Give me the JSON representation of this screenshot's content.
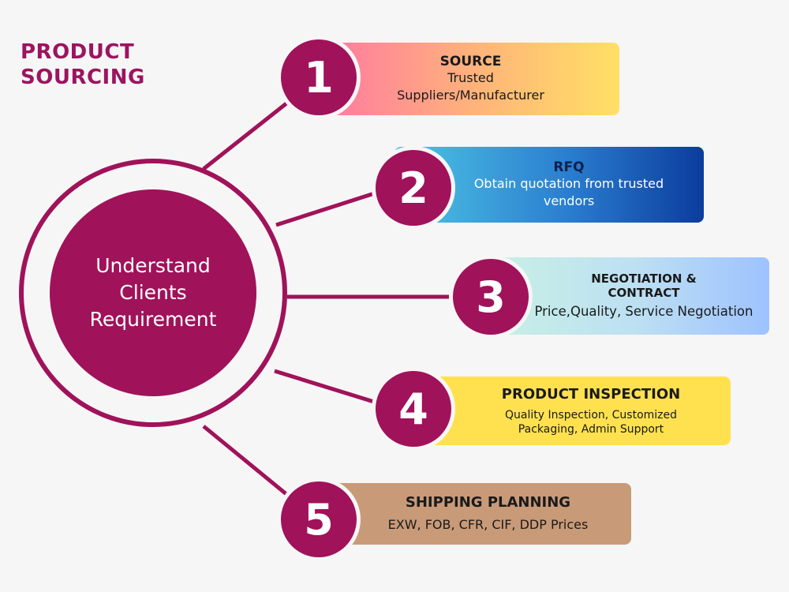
{
  "title": {
    "line1": "PRODUCT",
    "line2": "SOURCING"
  },
  "hub": {
    "text": "Understand Clients Requirement"
  },
  "colors": {
    "accent": "#a0125a",
    "background": "#f6f6f6"
  },
  "steps": [
    {
      "number": "1",
      "title": "SOURCE",
      "description": "Trusted Suppliers/Manufacturer"
    },
    {
      "number": "2",
      "title": "RFQ",
      "description": "Obtain quotation from trusted vendors"
    },
    {
      "number": "3",
      "title": "NEGOTIATION & CONTRACT",
      "description": "Price,Quality, Service Negotiation"
    },
    {
      "number": "4",
      "title": "PRODUCT INSPECTION",
      "description": "Quality Inspection, Customized Packaging, Admin Support"
    },
    {
      "number": "5",
      "title": "SHIPPING PLANNING",
      "description": "EXW, FOB, CFR, CIF, DDP Prices"
    }
  ]
}
